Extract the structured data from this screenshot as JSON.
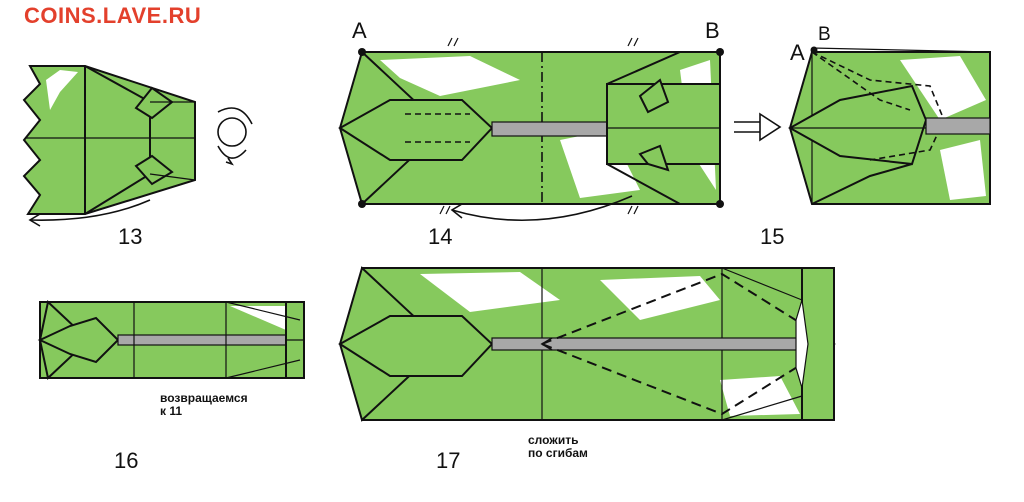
{
  "watermark": "COINS.LAVE.RU",
  "steps": {
    "s13": "13",
    "s14": "14",
    "s15": "15",
    "s16": "16",
    "s17": "17"
  },
  "points": {
    "a14": "A",
    "b14": "B",
    "a15": "A",
    "b15": "B"
  },
  "notes": {
    "return_line1": "возвращаемся",
    "return_line2": "к 11",
    "fold_line1": "сложить",
    "fold_line2": "по сгибам"
  },
  "colors": {
    "paper": "#86c95d",
    "strip": "#a8a8a8",
    "watermark": "#e3402c"
  }
}
